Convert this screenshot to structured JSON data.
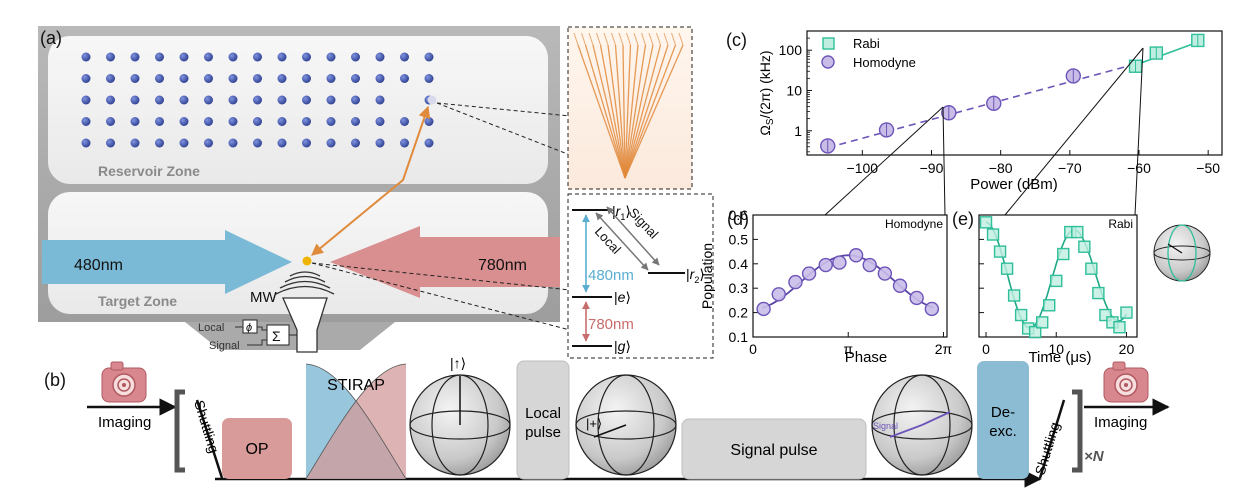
{
  "panel_labels": {
    "a": "(a)",
    "b": "(b)",
    "c": "(c)",
    "d": "(d)",
    "e": "(e)"
  },
  "panel_a": {
    "reservoir_zone": "Reservoir Zone",
    "target_zone": "Target Zone",
    "beam_blue": "480nm",
    "beam_red": "780nm",
    "mw": "MW",
    "local": "Local",
    "signal": "Signal",
    "phase_symbol": "ϕ",
    "sum_symbol": "Σ",
    "levels": {
      "r1": "r",
      "r1_sub": "1",
      "r2": "r",
      "r2_sub": "2",
      "e": "e",
      "g": "g"
    },
    "level_transitions": {
      "blue": "480nm",
      "red": "780nm",
      "local": "Local",
      "signal": "Signal"
    },
    "colors": {
      "blue_beam": "#79b9d6",
      "red_beam": "#d98f8f",
      "atom": "#3d52a8",
      "tweezer": "#e08a3c",
      "selected_atom": "#f0b400"
    }
  },
  "panel_b": {
    "imaging_left": "Imaging",
    "imaging_right": "Imaging",
    "shuttling_left": "Shuttling",
    "shuttling_right": "Shuttling",
    "op": "OP",
    "stirap": "STIRAP",
    "local_pulse_1": "Local",
    "local_pulse_2": "pulse",
    "signal_pulse": "Signal pulse",
    "deexc_1": "De-",
    "deexc_2": "exc.",
    "bloch1_label": "|↑⟩",
    "bloch2_label": "|+⟩",
    "bloch3_label": "Signal",
    "repeat": "×N",
    "colors": {
      "op": "#d99a9a",
      "stirap_blue": "#86bcd6",
      "stirap_red": "#d39a9a",
      "gray_block": "#d6d6d6",
      "deexc": "#8bbcd4",
      "camera": "#c0636a"
    }
  },
  "chart_data": [
    {
      "type": "scatter",
      "panel": "(c)",
      "xlabel": "Power (dBm)",
      "ylabel": "ΩS/(2π) (kHz)",
      "ylabel_main": "Ω",
      "ylabel_sub": "S",
      "ylabel_rest": "/(2π) (kHz)",
      "xlim": [
        -108,
        -48
      ],
      "ylim": [
        0.25,
        300
      ],
      "yscale": "log",
      "xticks": [
        -100,
        -90,
        -80,
        -70,
        -60,
        -50
      ],
      "yticks": [
        {
          "value": 1,
          "label": "1"
        },
        {
          "value": 10,
          "label": "10"
        },
        {
          "value": 100,
          "label": "100"
        }
      ],
      "legend": "top-left",
      "series": [
        {
          "name": "Rabi",
          "marker": "square",
          "color": "#2fbf9a",
          "fill": "#bfeee0",
          "x": [
            -60.5,
            -57.5,
            -51.5
          ],
          "y": [
            40,
            85,
            175
          ]
        },
        {
          "name": "Homodyne",
          "marker": "circle",
          "color": "#6e55b9",
          "fill": "#c9bde8",
          "x": [
            -105,
            -96.5,
            -87.5,
            -81,
            -69.5
          ],
          "y": [
            0.42,
            1.05,
            2.8,
            4.8,
            23
          ]
        }
      ],
      "fit_dashed": {
        "x": [
          -105,
          -60
        ],
        "y": [
          0.38,
          48
        ]
      },
      "fit_solid": {
        "x": [
          -60.5,
          -51
        ],
        "y": [
          43,
          170
        ]
      }
    },
    {
      "type": "scatter",
      "panel": "(d)",
      "title": "Homodyne",
      "xlabel": "Phase",
      "ylabel": "Population",
      "xlim": [
        0,
        6.4
      ],
      "ylim": [
        0.1,
        0.6
      ],
      "xticks": [
        {
          "value": 0,
          "label": "0"
        },
        {
          "value": 3.1416,
          "label": "π"
        },
        {
          "value": 6.2832,
          "label": "2π"
        }
      ],
      "yticks": [
        0.1,
        0.2,
        0.3,
        0.4,
        0.5,
        0.6
      ],
      "series": [
        {
          "name": "",
          "marker": "circle",
          "color": "#6e55b9",
          "fill": "#c9bde8",
          "x": [
            0.35,
            0.85,
            1.4,
            1.85,
            2.4,
            2.85,
            3.4,
            3.85,
            4.35,
            4.85,
            5.4,
            5.9
          ],
          "y": [
            0.215,
            0.275,
            0.325,
            0.36,
            0.395,
            0.405,
            0.435,
            0.395,
            0.36,
            0.31,
            0.26,
            0.215
          ]
        }
      ],
      "fit": {
        "offset": 0.325,
        "amplitude": 0.11
      }
    },
    {
      "type": "scatter",
      "panel": "(e)",
      "title": "Rabi",
      "xlabel": "Time (μs)",
      "xlim": [
        -1,
        21.5
      ],
      "ylim": [
        0.1,
        0.6
      ],
      "xticks": [
        0,
        10,
        20
      ],
      "series": [
        {
          "name": "",
          "marker": "square",
          "color": "#2fbf9a",
          "fill": "#bfeee0",
          "x": [
            0,
            1,
            2,
            3,
            4,
            5,
            6,
            7,
            8,
            9,
            10,
            11,
            12,
            13,
            14,
            15,
            16,
            17,
            18,
            19,
            20
          ],
          "y": [
            0.57,
            0.52,
            0.45,
            0.38,
            0.27,
            0.19,
            0.135,
            0.12,
            0.16,
            0.23,
            0.33,
            0.44,
            0.53,
            0.53,
            0.47,
            0.38,
            0.28,
            0.19,
            0.16,
            0.14,
            0.2
          ]
        }
      ],
      "fit": {
        "offset": 0.345,
        "amplitude": 0.225,
        "period": 12.6,
        "decay": 0.012
      }
    }
  ]
}
